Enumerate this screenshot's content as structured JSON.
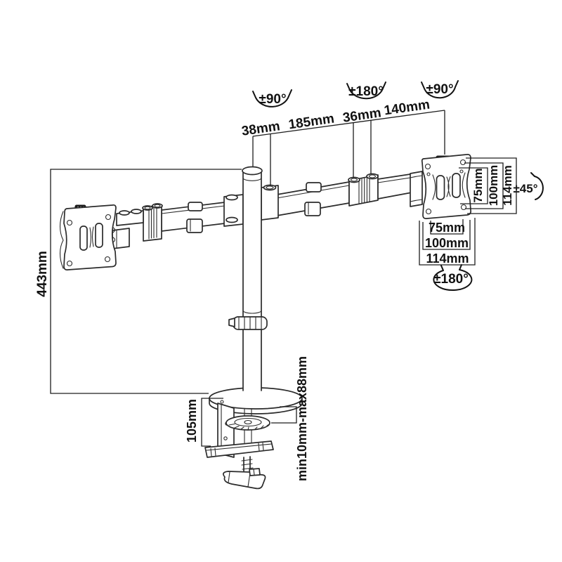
{
  "colors": {
    "background": "#ffffff",
    "line": "#2b2b2b",
    "text": "#111111",
    "knob": "#1a1a1a"
  },
  "annotations": {
    "pole_swivel": "±90°",
    "elbow_swivel": "±180°",
    "head_swivel": "±90°",
    "tilt": "±45°",
    "vesa_rotation": "±180°"
  },
  "top_dimensions": [
    "38mm",
    "185mm",
    "36mm",
    "140mm"
  ],
  "vesa": {
    "vertical": [
      "75mm",
      "100mm",
      "114mm"
    ],
    "horizontal": [
      "75mm",
      "100mm",
      "114mm"
    ]
  },
  "side_dimensions": {
    "pole_height": "443mm",
    "clamp_height": "105mm",
    "desk_thickness_range": "min10mm-max88mm"
  }
}
